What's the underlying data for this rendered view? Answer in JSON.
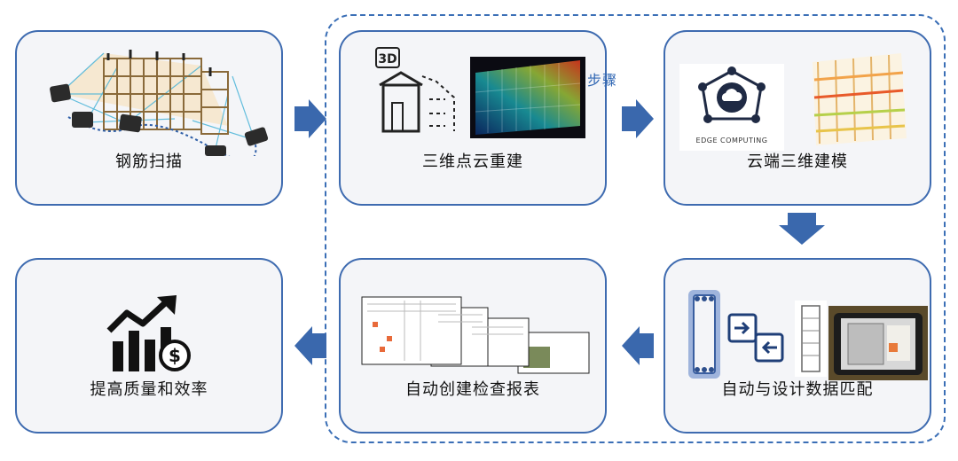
{
  "step_tag": "步骤",
  "cards": {
    "scan": "钢筋扫描",
    "recon": "三维点云重建",
    "cloud": "云端三维建模",
    "match": "自动与设计数据匹配",
    "report": "自动创建检查报表",
    "improve": "提高质量和效率"
  },
  "edge_logo_text": "EDGE COMPUTING",
  "icon_3d_text": "3D"
}
